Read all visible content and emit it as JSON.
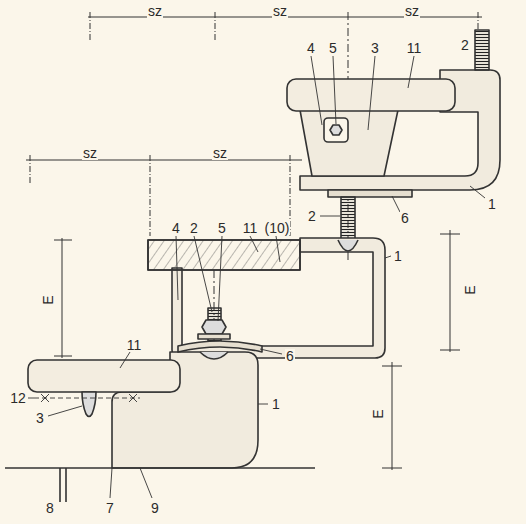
{
  "diagram": {
    "labels": [
      "sz",
      "sz",
      "sz",
      "2",
      "4",
      "5",
      "3",
      "11",
      "1",
      "6",
      "2",
      "sz",
      "sz",
      "1",
      "4",
      "2",
      "5",
      "11",
      "(10)",
      "E",
      "E",
      "11",
      "6",
      "12",
      "3",
      "1",
      "E",
      "8",
      "7",
      "9"
    ]
  }
}
